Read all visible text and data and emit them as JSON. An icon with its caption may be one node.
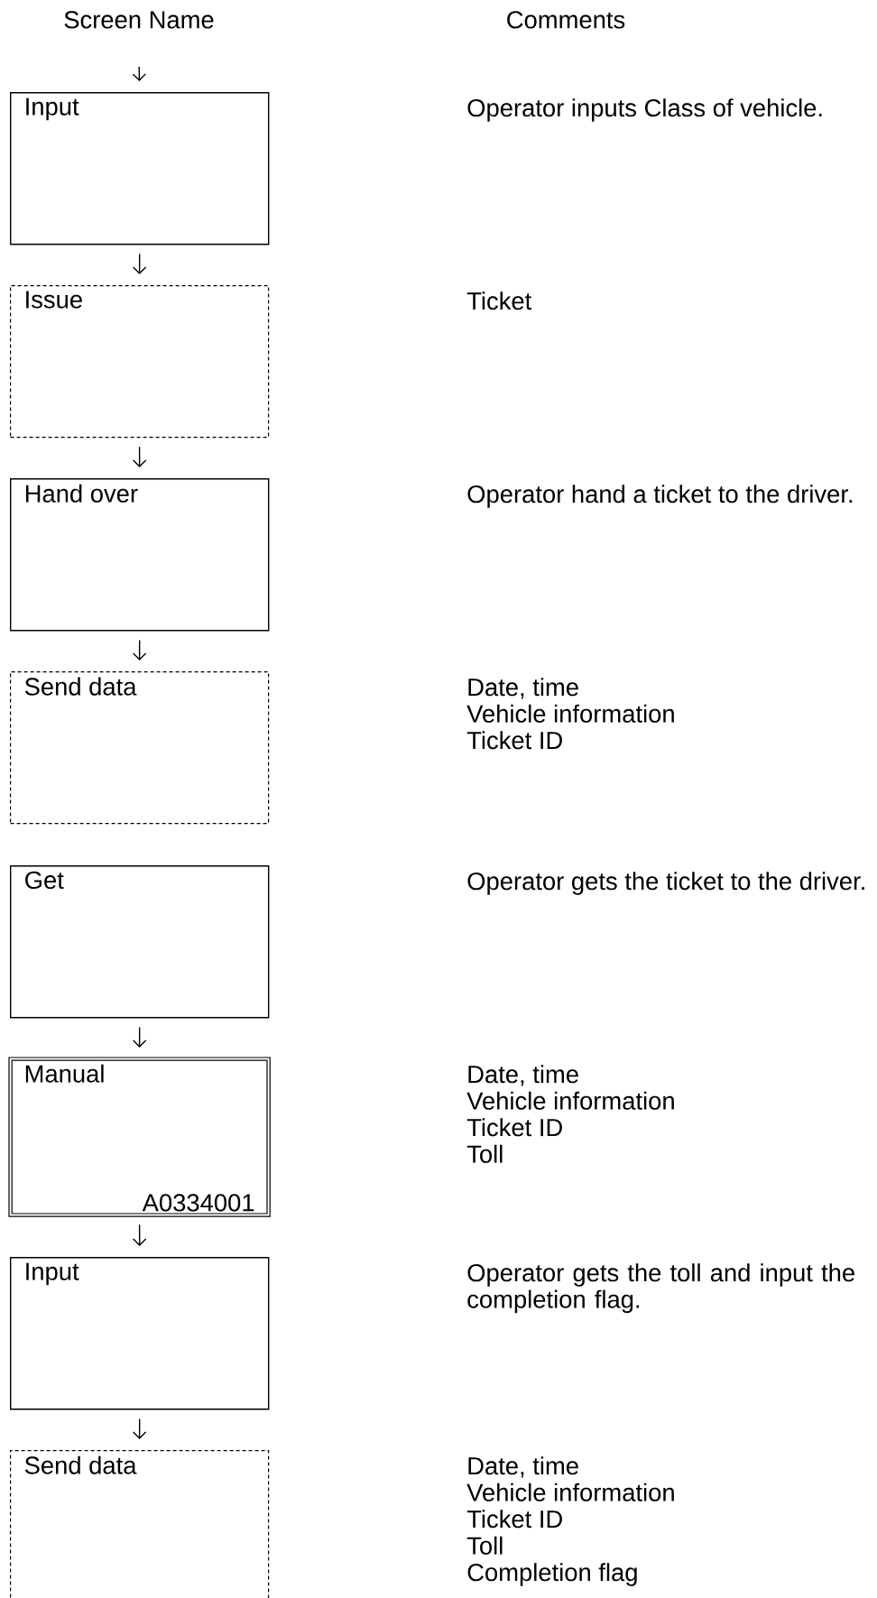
{
  "diagram": {
    "nodes": [
      {
        "text": [
          "Input"
        ]
      },
      {
        "text": [
          "Issue"
        ]
      },
      {
        "text": [
          "Hand over"
        ]
      },
      {
        "text": [
          "Send data"
        ]
      },
      {
        "text": [
          "Get"
        ]
      },
      {
        "text": [
          "Manual",
          "A0334001"
        ]
      },
      {
        "text": [
          "Input"
        ]
      },
      {
        "text": [
          "Send data"
        ]
      }
    ],
    "edges": [
      {
        "from": null,
        "to": 0,
        "arrow": "to"
      },
      {
        "from": 0,
        "to": 1,
        "arrow": "to"
      },
      {
        "from": 1,
        "to": 2,
        "arrow": "to"
      },
      {
        "from": 2,
        "to": 3,
        "arrow": "to"
      },
      {
        "from": 4,
        "to": 5,
        "arrow": "to"
      },
      {
        "from": 5,
        "to": 6,
        "arrow": "to"
      },
      {
        "from": 6,
        "to": 7,
        "arrow": "to"
      }
    ],
    "labels": [
      "Screen Name",
      "Comments",
      "Operator inputs Class of vehicle.",
      "Ticket",
      "Operator hand a ticket to the driver.",
      "Date, time",
      "Vehicle information",
      "Ticket ID",
      "Operator gets the ticket to the driver.",
      "Date, time",
      "Vehicle information",
      "Ticket ID",
      "Toll",
      "Operator gets the toll and input the completion flag.",
      "Date, time",
      "Vehicle information",
      "Ticket ID",
      "Toll",
      "Completion flag"
    ]
  }
}
